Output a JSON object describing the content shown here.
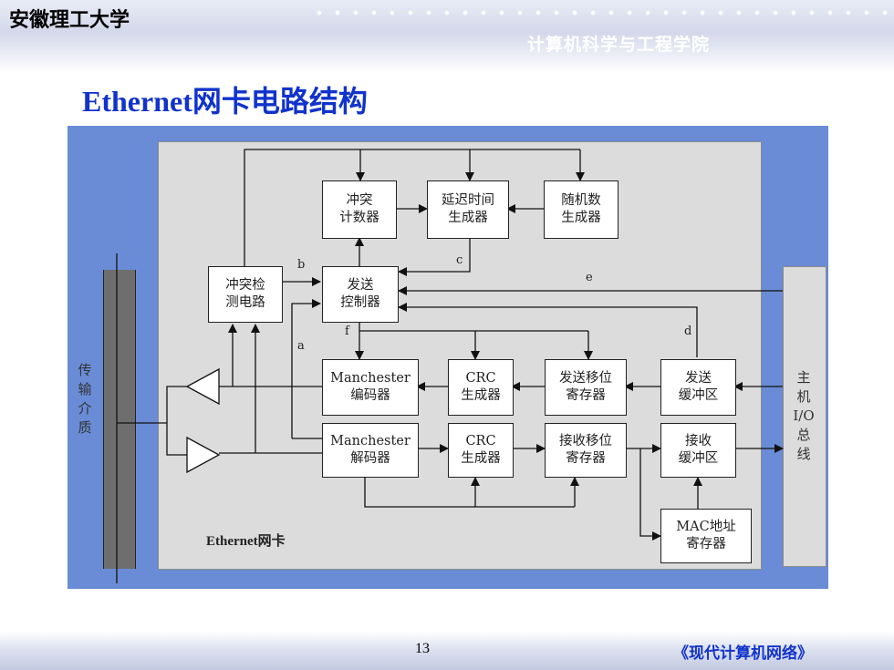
{
  "header": {
    "school": "安徽理工大学",
    "department": "计算机科学与工程学院"
  },
  "slide_title": "Ethernet网卡电路结构",
  "diagram": {
    "boxes": {
      "collision_counter": [
        "冲突",
        "计数器"
      ],
      "delay_gen": [
        "延迟时间",
        "生成器"
      ],
      "random_gen": [
        "随机数",
        "生成器"
      ],
      "collision_detect": [
        "冲突检",
        "测电路"
      ],
      "send_ctrl": [
        "发送",
        "控制器"
      ],
      "manch_enc": [
        "Manchester",
        "编码器"
      ],
      "crc_tx": [
        "CRC",
        "生成器"
      ],
      "tx_shift": [
        "发送移位",
        "寄存器"
      ],
      "tx_buf": [
        "发送",
        "缓冲区"
      ],
      "manch_dec": [
        "Manchester",
        "解码器"
      ],
      "crc_rx": [
        "CRC",
        "生成器"
      ],
      "rx_shift": [
        "接收移位",
        "寄存器"
      ],
      "rx_buf": [
        "接收",
        "缓冲区"
      ],
      "mac_reg": [
        "MAC地址",
        "寄存器"
      ]
    },
    "signal_labels": {
      "a": "a",
      "b": "b",
      "c": "c",
      "d": "d",
      "e": "e",
      "f": "f"
    },
    "medium_label": [
      "传",
      "输",
      "介",
      "质"
    ],
    "host_bus_label": [
      "主",
      "机",
      "I/O",
      "总",
      "线"
    ],
    "nic_label": "Ethernet网卡"
  },
  "footer": {
    "page_number": "13",
    "book": "《现代计算机网络》"
  }
}
